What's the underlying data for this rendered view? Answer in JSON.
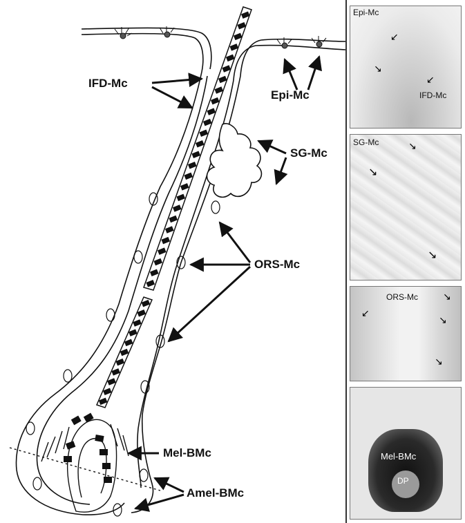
{
  "diagram": {
    "labels": {
      "ifd": "IFD-Mc",
      "epi": "Epi-Mc",
      "sg": "SG-Mc",
      "ors": "ORS-Mc",
      "melb": "Mel-BMc",
      "amelb": "Amel-BMc"
    },
    "line_color": "#111111"
  },
  "panels": [
    {
      "labels": [
        "Epi-Mc",
        "IFD-Mc"
      ]
    },
    {
      "labels": [
        "SG-Mc"
      ]
    },
    {
      "labels": [
        "ORS-Mc"
      ]
    },
    {
      "labels": [
        "Mel-BMc",
        "DP"
      ]
    }
  ]
}
